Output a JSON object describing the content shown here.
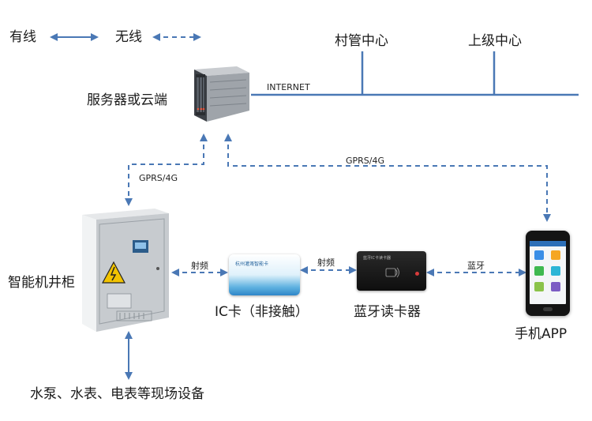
{
  "legend": {
    "wired": "有线",
    "wireless": "无线"
  },
  "nodes": {
    "server": "服务器或云端",
    "village_center": "村管中心",
    "upper_center": "上级中心",
    "cabinet": "智能机井柜",
    "ic_card": "IC卡（非接触）",
    "reader": "蓝牙读卡器",
    "phone": "手机APP",
    "field_devices": "水泵、水表、电表等现场设备"
  },
  "links": {
    "internet": "INTERNET",
    "gprs_left": "GPRS/4G",
    "gprs_right": "GPRS/4G",
    "rf_left": "射频",
    "rf_right": "射频",
    "bluetooth": "蓝牙"
  },
  "card_text": "杭州灌溉智能卡",
  "reader_text": "蓝牙IC卡读卡器",
  "colors": {
    "wire": "#4a78b5",
    "dash": "#4a78b5"
  }
}
